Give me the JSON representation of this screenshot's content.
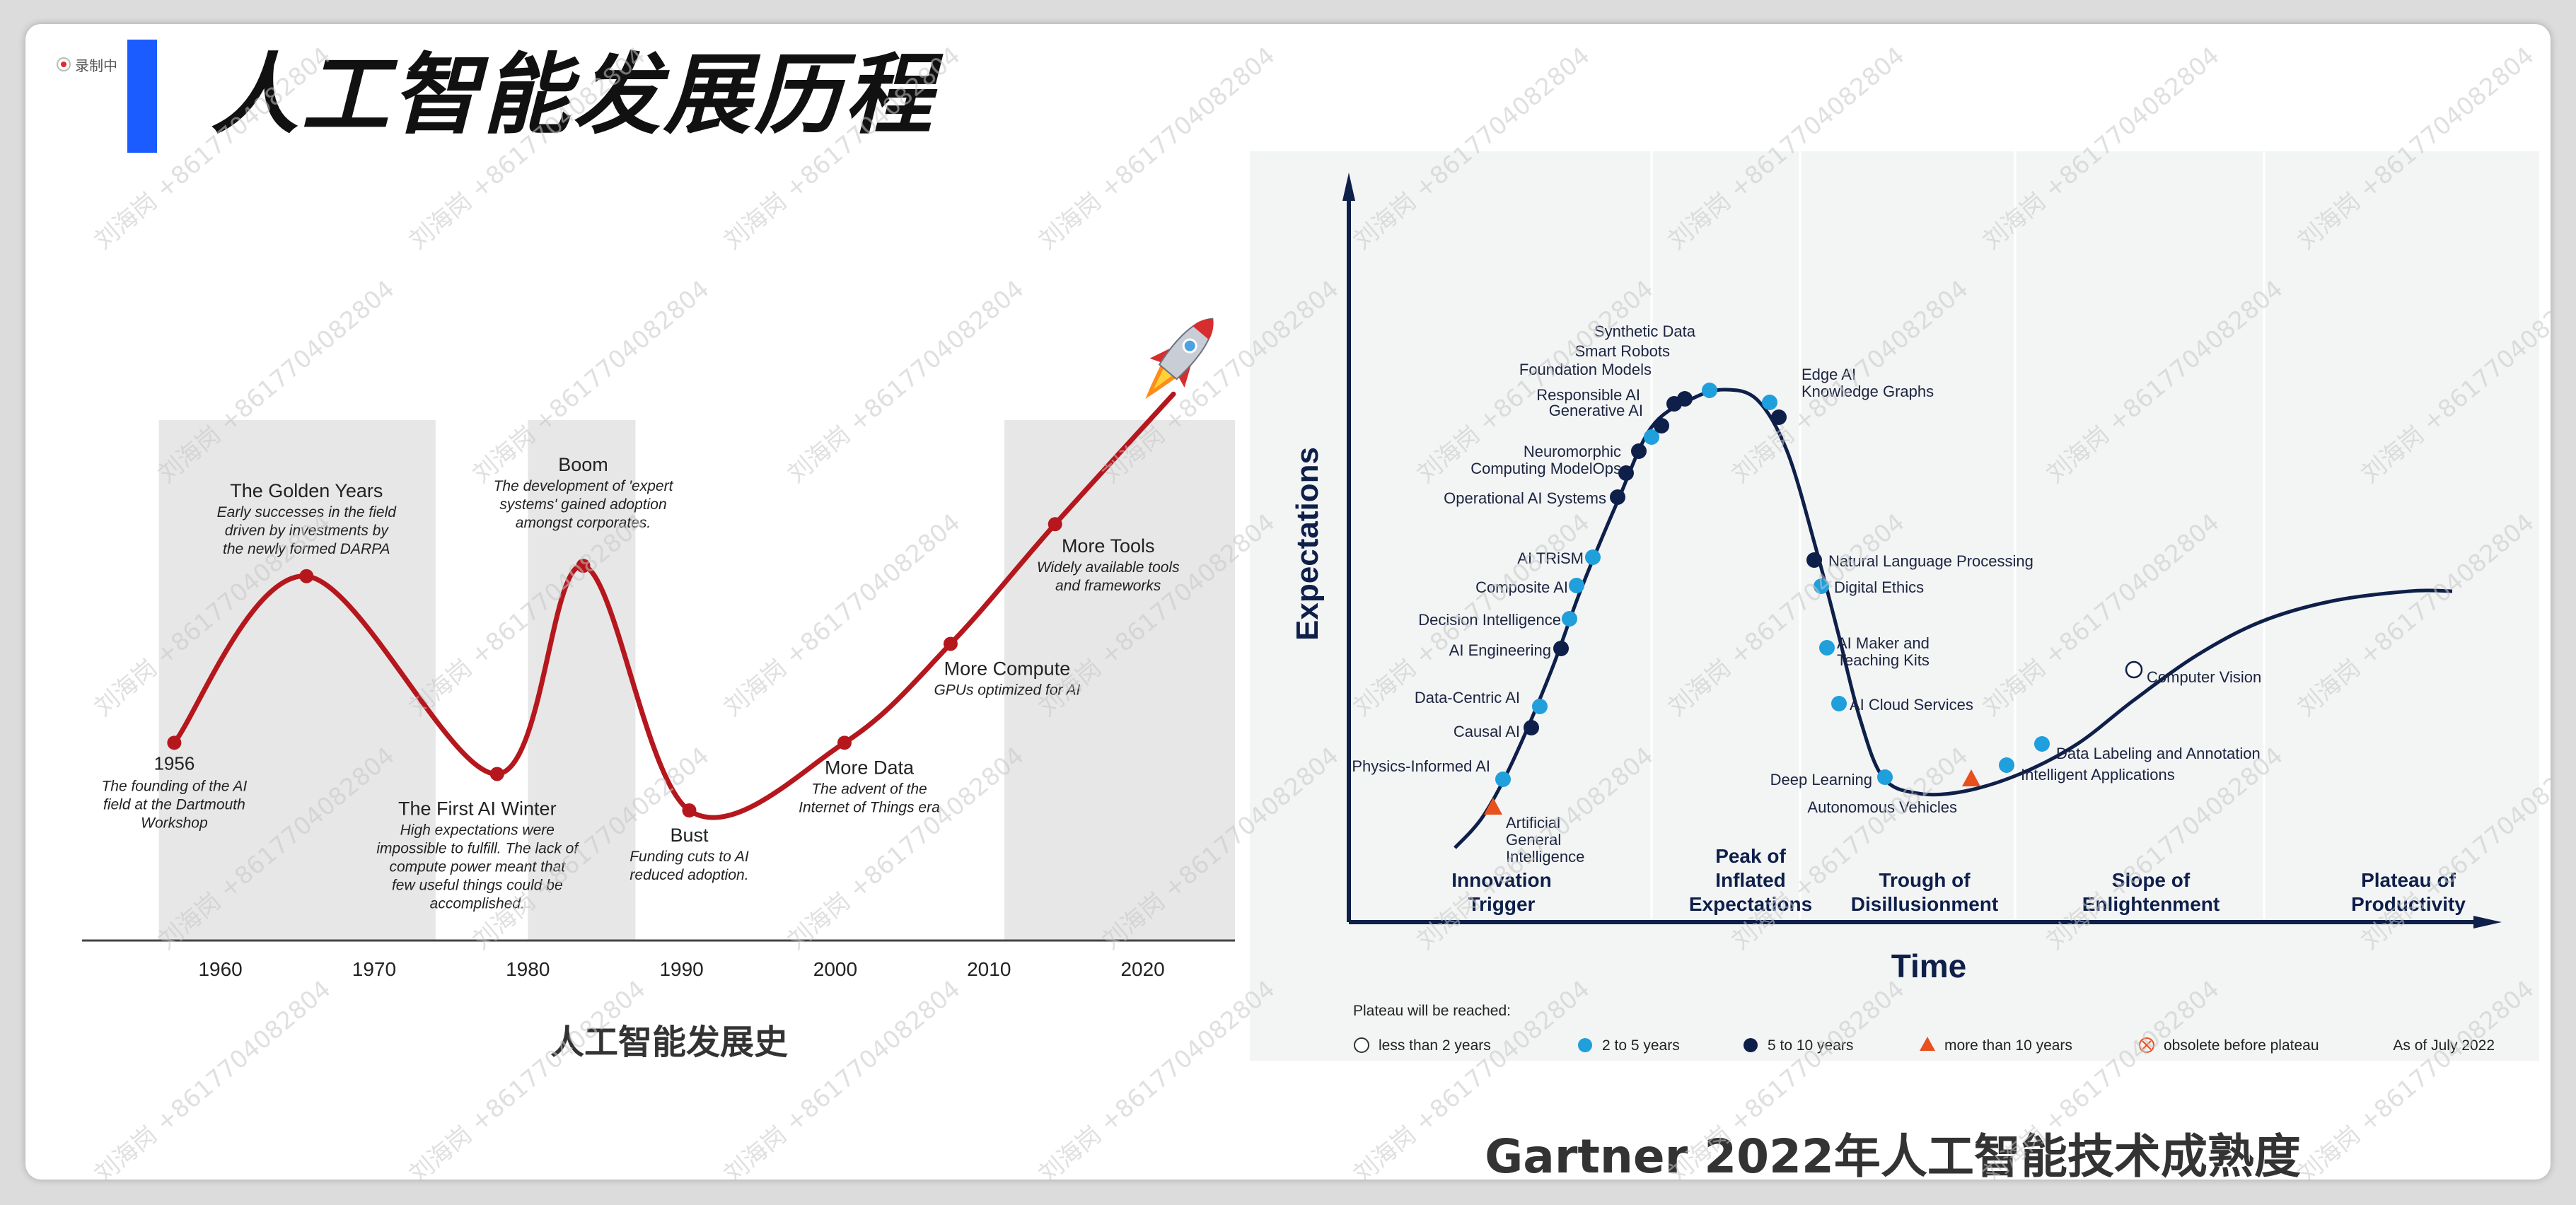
{
  "recording_badge": "录制中",
  "page_title": "人工智能发展历程",
  "left_caption": "人工智能发展史",
  "right_caption": "Gartner 2022年人工智能技术成熟度",
  "watermark": "刘海岗 +8617704082804",
  "chart_data": [
    {
      "type": "line",
      "xlim": [
        1951,
        2026
      ],
      "x_ticks": [
        "1960",
        "1970",
        "1980",
        "1990",
        "2000",
        "2010",
        "2020"
      ],
      "shaded_ranges": [
        [
          1956,
          1974
        ],
        [
          1980,
          1987
        ],
        [
          2011,
          2026
        ]
      ],
      "line_color": "#b5171d",
      "points": [
        {
          "x": 1957,
          "y": 0.38,
          "title": "1956",
          "desc": [
            "The founding of the AI",
            "field at the Dartmouth",
            "Workshop"
          ]
        },
        {
          "x": 1965.6,
          "y": 0.7,
          "title": "The Golden Years",
          "desc": [
            "Early successes in the field",
            "driven by investments by",
            "the newly formed DARPA"
          ]
        },
        {
          "x": 1978,
          "y": 0.32,
          "title": "The First AI Winter",
          "desc": [
            "High expectations were",
            "impossible to fulfill. The lack of",
            "compute power meant that",
            "few useful things could be",
            "accomplished."
          ]
        },
        {
          "x": 1983.6,
          "y": 0.72,
          "title": "Boom",
          "desc": [
            "The development of 'expert",
            "systems' gained adoption",
            "amongst corporates."
          ]
        },
        {
          "x": 1990.5,
          "y": 0.25,
          "title": "Bust",
          "desc": [
            "Funding cuts to AI",
            "reduced adoption."
          ]
        },
        {
          "x": 2000.6,
          "y": 0.38,
          "title": "More Data",
          "desc": [
            "The advent of the",
            "Internet of Things era"
          ]
        },
        {
          "x": 2007.5,
          "y": 0.57,
          "title": "More Compute",
          "desc": [
            "GPUs optimized for AI"
          ]
        },
        {
          "x": 2014.3,
          "y": 0.8,
          "title": "More Tools",
          "desc": [
            "Widely available tools",
            "and frameworks"
          ]
        }
      ],
      "end_point": {
        "x": 2022,
        "y": 1.05
      },
      "end_icon": "rocket-icon"
    },
    {
      "type": "scatter",
      "xlabel": "Time",
      "ylabel": "Expectations",
      "phases": [
        "Innovation Trigger",
        "Peak of Inflated Expectations",
        "Trough of Disillusionment",
        "Slope of Enlightenment",
        "Plateau of Productivity"
      ],
      "curve_color": "#0e1f4a",
      "categories": [
        {
          "key": "lt2",
          "label": "less than 2 years",
          "color": "#ffffff",
          "shape": "hollow-circle"
        },
        {
          "key": "2to5",
          "label": "2 to 5 years",
          "color": "#1f9fdc",
          "shape": "circle"
        },
        {
          "key": "5to10",
          "label": "5 to 10 years",
          "color": "#0e1f4a",
          "shape": "circle"
        },
        {
          "key": "gt10",
          "label": "more than 10 years",
          "color": "#e8501d",
          "shape": "triangle"
        },
        {
          "key": "obsolete",
          "label": "obsolete before plateau",
          "color": "#e8501d",
          "shape": "crossed-circle"
        }
      ],
      "legend_title": "Plateau will be reached:",
      "as_of": "As of July 2022",
      "technologies": [
        {
          "name": "Artificial General Intelligence",
          "cat": "gt10"
        },
        {
          "name": "Physics-Informed AI",
          "cat": "2to5"
        },
        {
          "name": "Causal AI",
          "cat": "5to10"
        },
        {
          "name": "Data-Centric AI",
          "cat": "2to5"
        },
        {
          "name": "AI Engineering",
          "cat": "5to10"
        },
        {
          "name": "Decision Intelligence",
          "cat": "2to5"
        },
        {
          "name": "Composite AI",
          "cat": "2to5"
        },
        {
          "name": "AI TRiSM",
          "cat": "2to5"
        },
        {
          "name": "Operational AI Systems",
          "cat": "5to10"
        },
        {
          "name": "Neuromorphic Computing",
          "cat": "5to10"
        },
        {
          "name": "ModelOps",
          "cat": "5to10"
        },
        {
          "name": "Generative AI",
          "cat": "2to5"
        },
        {
          "name": "Responsible AI",
          "cat": "5to10"
        },
        {
          "name": "Foundation Models",
          "cat": "5to10"
        },
        {
          "name": "Smart Robots",
          "cat": "5to10"
        },
        {
          "name": "Synthetic Data",
          "cat": "2to5"
        },
        {
          "name": "Edge AI",
          "cat": "2to5"
        },
        {
          "name": "Knowledge Graphs",
          "cat": "5to10"
        },
        {
          "name": "Natural Language Processing",
          "cat": "5to10"
        },
        {
          "name": "Digital Ethics",
          "cat": "2to5"
        },
        {
          "name": "AI Maker and Teaching Kits",
          "cat": "2to5"
        },
        {
          "name": "AI Cloud Services",
          "cat": "2to5"
        },
        {
          "name": "Deep Learning",
          "cat": "2to5"
        },
        {
          "name": "Autonomous Vehicles",
          "cat": "gt10"
        },
        {
          "name": "Intelligent Applications",
          "cat": "2to5"
        },
        {
          "name": "Data Labeling and Annotation",
          "cat": "2to5"
        },
        {
          "name": "Computer Vision",
          "cat": "lt2"
        }
      ]
    }
  ]
}
